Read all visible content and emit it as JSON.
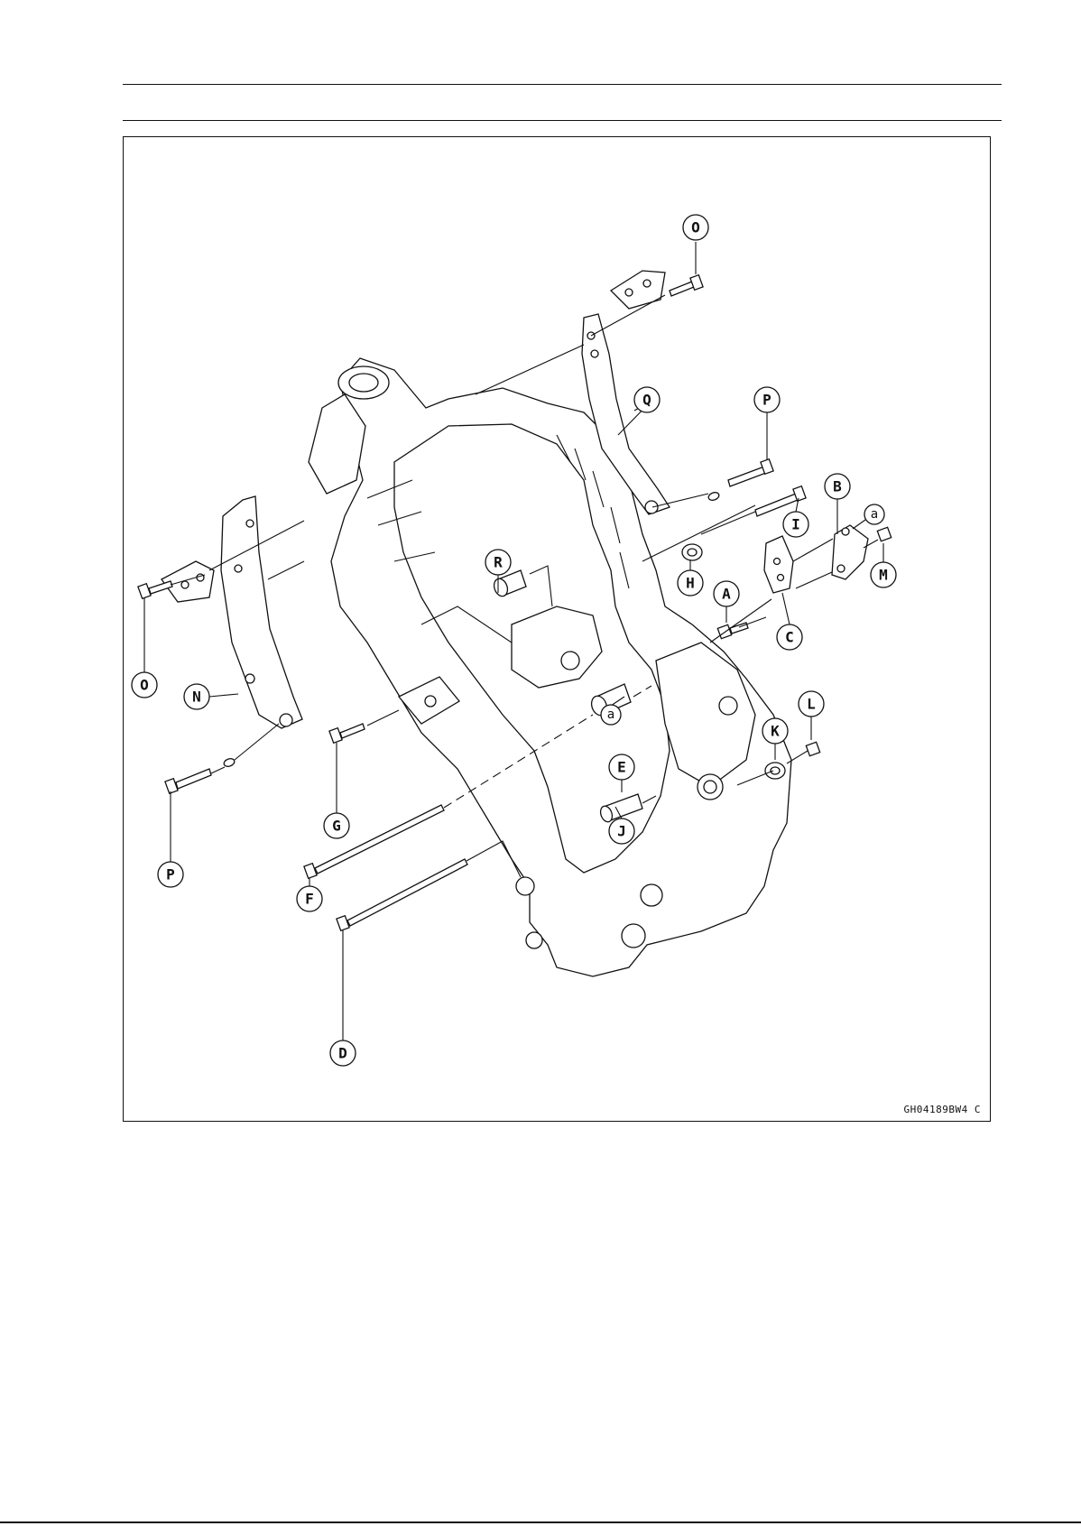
{
  "figure": {
    "code": "GH04189BW4  C",
    "callouts": {
      "O_top": "O",
      "Q": "Q",
      "P_right": "P",
      "I": "I",
      "B": "B",
      "a_right": "a",
      "R": "R",
      "H": "H",
      "A": "A",
      "M": "M",
      "C": "C",
      "a_center": "a",
      "N": "N",
      "O_left": "O",
      "K": "K",
      "L": "L",
      "E": "E",
      "G": "G",
      "J": "J",
      "P_left": "P",
      "F": "F",
      "D": "D"
    }
  }
}
